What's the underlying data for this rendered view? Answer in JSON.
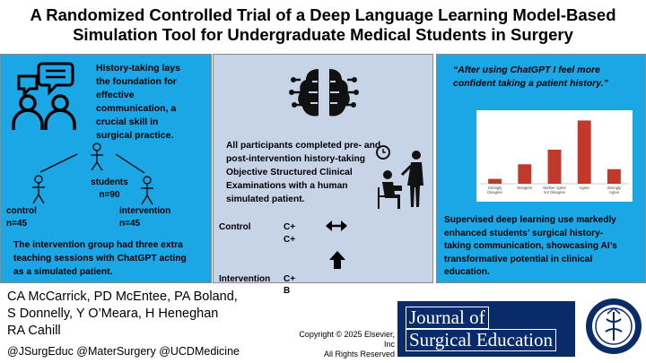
{
  "title": {
    "line1": "A Randomized Controlled Trial of a Deep Language Learning Model-Based",
    "line2": "Simulation Tool for Undergraduate Medical Students in Surgery"
  },
  "left_panel": {
    "intro": [
      "History-taking lays",
      "the foundation for",
      "effective",
      "communication, a",
      "crucial skill in",
      "surgical practice."
    ],
    "students_label": "students",
    "students_n": "n=90",
    "control_label": "control",
    "control_n": "n=45",
    "intervention_label": "intervention",
    "intervention_n": "n=45",
    "footer": [
      "The intervention group had three extra",
      "teaching sessions with ChatGPT acting",
      "as a simulated patient."
    ]
  },
  "mid_panel": {
    "description": [
      "All participants completed pre- and",
      "post-intervention history-taking",
      "Objective Structured Clinical",
      "Examinations with a human",
      "simulated patient."
    ],
    "control_label": "Control",
    "control_grade_1": "C+",
    "control_grade_2": "C+",
    "intervention_label": "Intervention",
    "intervention_grade": "C+",
    "intervention_grade_2": "B"
  },
  "right_panel": {
    "quote": [
      "“After using ChatGPT I feel more",
      "confident taking a patient history.”"
    ],
    "conclusion": [
      "Supervised deep learning use markedly",
      "enhanced students’ surgical history-",
      "taking communication, showcasing AI’s",
      "transformative potential in clinical",
      "education."
    ]
  },
  "chart_data": {
    "type": "bar",
    "categories": [
      "Strongly Disagree",
      "Disagree",
      "Neither Agree nor Disagree",
      "Agree",
      "Strongly Agree"
    ],
    "values": [
      2,
      8,
      14,
      26,
      6
    ],
    "ylim": [
      0,
      28
    ],
    "bar_color": "#c0392b"
  },
  "authors": [
    "CA McCarrick, PD McEntee, PA Boland,",
    "S Donnelly, Y O’Meara, H Heneghan",
    "RA Cahill"
  ],
  "handles": "@JSurgEduc @MaterSurgery @UCDMedicine",
  "copyright": [
    "Copyright © 2025  Elsevier,",
    "Inc",
    "All Rights Reserved"
  ],
  "journal": {
    "line1": "Journal of",
    "line2": "Surgical Education"
  },
  "colors": {
    "panel_blue": "#1ba6e6",
    "panel_grey_blue": "#c7d4e8",
    "journal_navy": "#0a2b69"
  }
}
